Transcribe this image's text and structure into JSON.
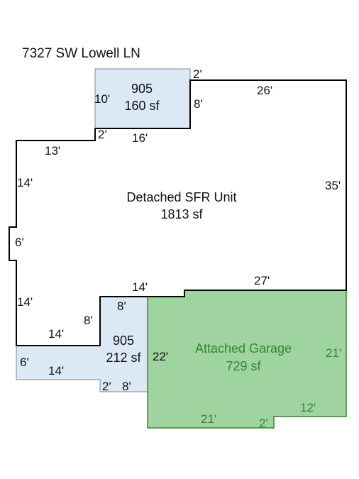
{
  "address": "7327 SW Lowell LN",
  "areas": {
    "main": {
      "name": "Detached SFR Unit",
      "area": "1813 sf"
    },
    "top_room": {
      "code": "905",
      "area": "160 sf"
    },
    "bottom_room": {
      "code": "905",
      "area": "212 sf"
    },
    "garage": {
      "name": "Attached Garage",
      "area": "729 sf"
    }
  },
  "dimensions": {
    "top_room_left": "10'",
    "top_right_2": "2'",
    "top_room_right": "8'",
    "top_main": "26'",
    "right_main": "35'",
    "step_2": "2'",
    "top_16": "16'",
    "top_left_13": "13'",
    "left_upper_14": "14'",
    "left_bump_6": "6'",
    "left_lower_14": "14'",
    "inner_14": "14'",
    "inner_8_top": "8'",
    "inner_8_left": "8'",
    "bottom_main_14": "14'",
    "garage_top_27": "27'",
    "garage_left_22": "22'",
    "garage_right_21": "21'",
    "bottom_room_6": "6'",
    "bottom_room_14": "14'",
    "bottom_room_2": "2'",
    "bottom_room_8": "8'",
    "garage_bottom_21": "21'",
    "garage_bottom_2": "2'",
    "garage_bottom_12": "12'"
  },
  "colors": {
    "room_fill": "#dbe8f5",
    "garage_fill": "#9fd39f",
    "garage_line": "#2e8b2e",
    "garage_text": "#2e8b2e",
    "main_line": "#000000"
  }
}
